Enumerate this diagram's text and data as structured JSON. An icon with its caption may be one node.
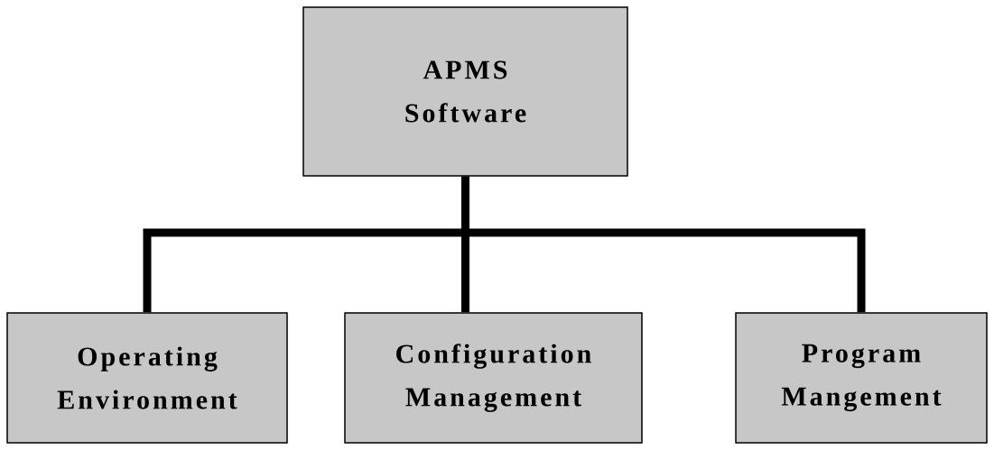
{
  "diagram": {
    "nodes": [
      {
        "text": [
          "APMS Software"
        ]
      },
      {
        "text": [
          "Operating Environment"
        ]
      },
      {
        "text": [
          "Configuration Management"
        ]
      },
      {
        "text": [
          "Program Mangement"
        ]
      }
    ],
    "edges": [
      {
        "from": 0,
        "to": 1,
        "arrow": "none"
      },
      {
        "from": 0,
        "to": 2,
        "arrow": "none"
      },
      {
        "from": 0,
        "to": 3,
        "arrow": "none"
      }
    ]
  }
}
